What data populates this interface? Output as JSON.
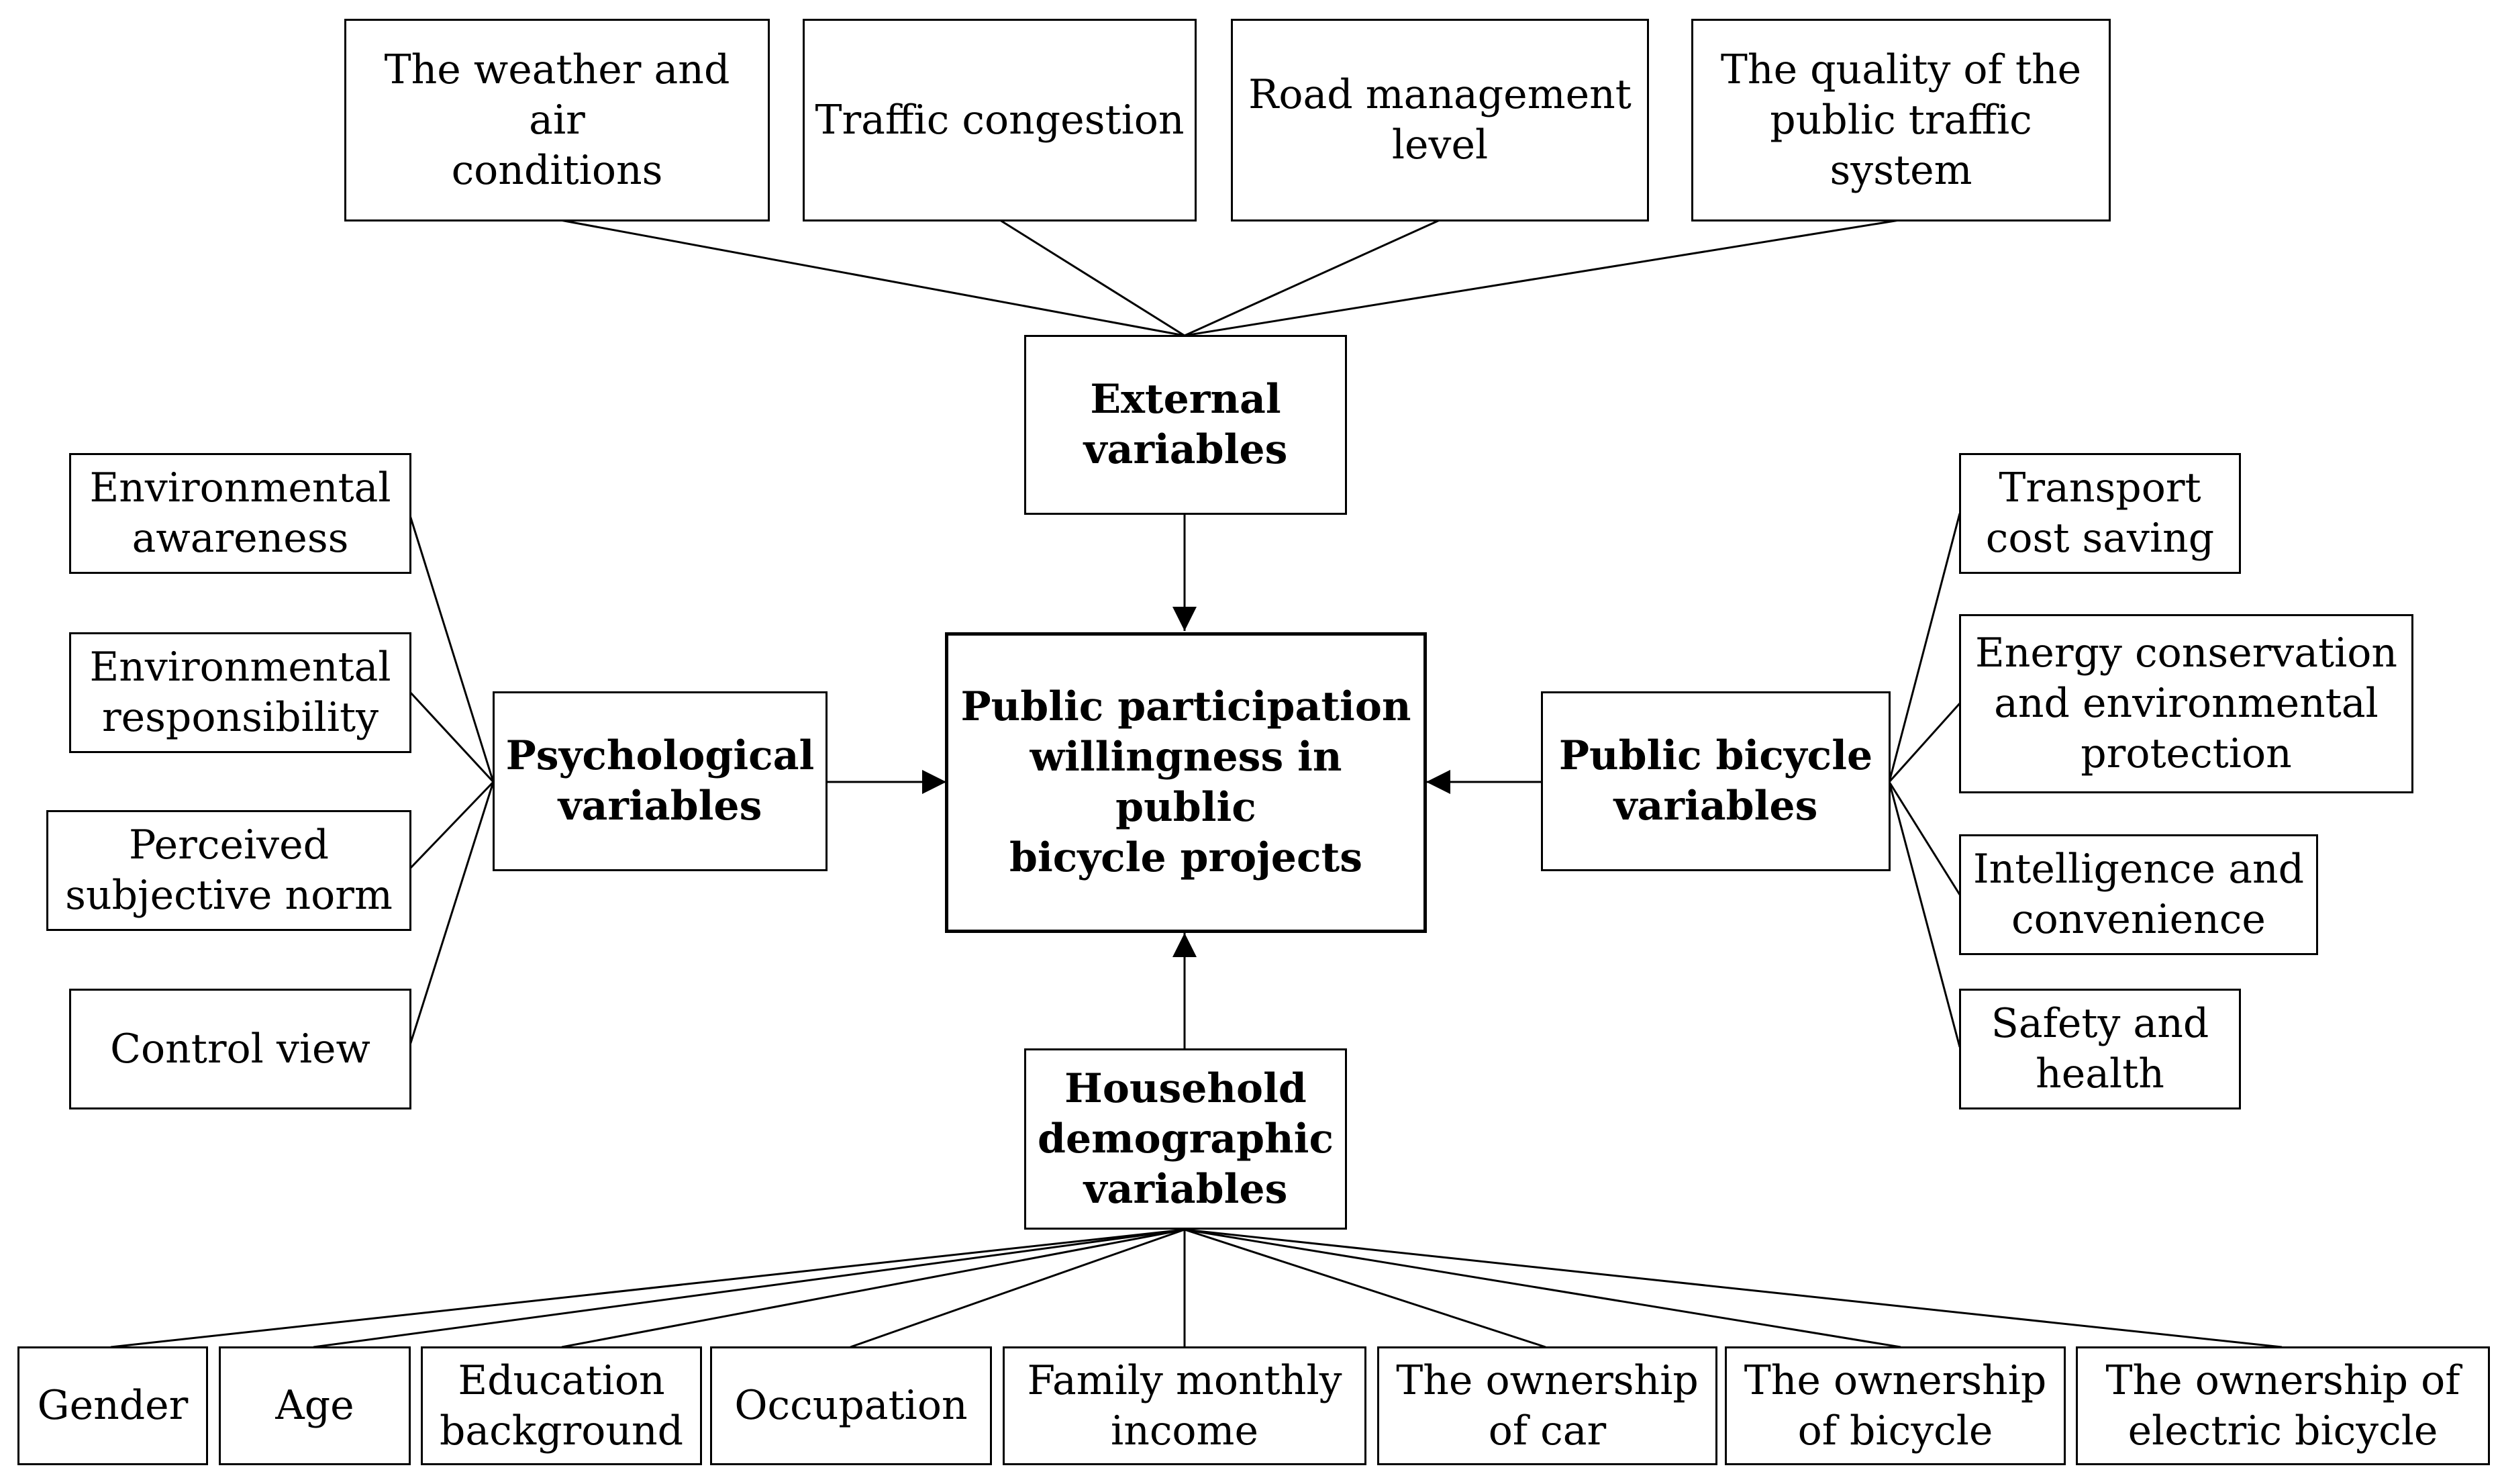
{
  "center": {
    "label": "Public participation\nwillingness in public\nbicycle projects"
  },
  "groups": {
    "external": {
      "label": "External\nvariables",
      "items": [
        "The weather and air\nconditions",
        "Traffic congestion",
        "Road management\nlevel",
        "The quality of the\npublic traffic system"
      ]
    },
    "psychological": {
      "label": "Psychological\nvariables",
      "items": [
        "Environmental\nawareness",
        "Environmental\nresponsibility",
        "Perceived\nsubjective norm",
        "Control view"
      ]
    },
    "bicycle": {
      "label": "Public bicycle\nvariables",
      "items": [
        "Transport\ncost saving",
        "Energy conservation\nand environmental\nprotection",
        "Intelligence and\nconvenience",
        "Safety and\nhealth"
      ]
    },
    "household": {
      "label": "Household\ndemographic\nvariables",
      "items": [
        "Gender",
        "Age",
        "Education\nbackground",
        "Occupation",
        "Family monthly\nincome",
        "The ownership\nof car",
        "The ownership\nof bicycle",
        "The ownership of\nelectric bicycle"
      ]
    }
  }
}
